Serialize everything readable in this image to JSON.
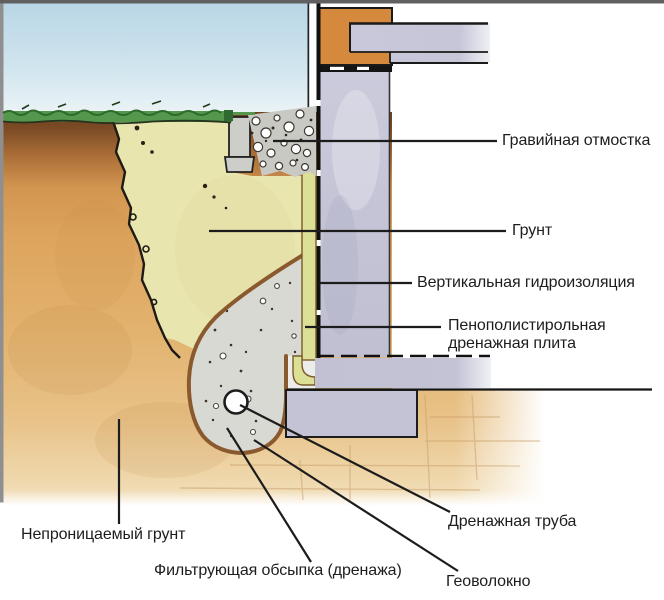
{
  "diagram": {
    "labels": {
      "gravel_blind_area": "Гравийная отмостка",
      "soil": "Грунт",
      "vertical_waterproofing": "Вертикальная гидроизоляция",
      "drainage_board_line1": "Пенополистирольная",
      "drainage_board_line2": "дренажная плита",
      "drainage_pipe": "Дренажная труба",
      "geotextile": "Геоволокно",
      "filter_backfill": "Фильтрующая обсыпка (дренажа)",
      "impermeable_soil": "Непроницаемый грунт"
    },
    "colors": {
      "sky": "#c8dfe9",
      "grass": "#55974d",
      "grass_dark": "#2d6b2b",
      "topsoil": "#7c4a24",
      "soil": "#e0aa60",
      "backfill": "#e9e5af",
      "filter_gravel": "#d9d9d3",
      "blind_area_gravel": "#c9c9c3",
      "drainage_board": "#dce096",
      "geotextile": "#8a5a2e",
      "wall": "#c6c6d7",
      "brick": "#d4893c",
      "footing": "#c3c3d5",
      "line": "#1c1c1c"
    }
  }
}
